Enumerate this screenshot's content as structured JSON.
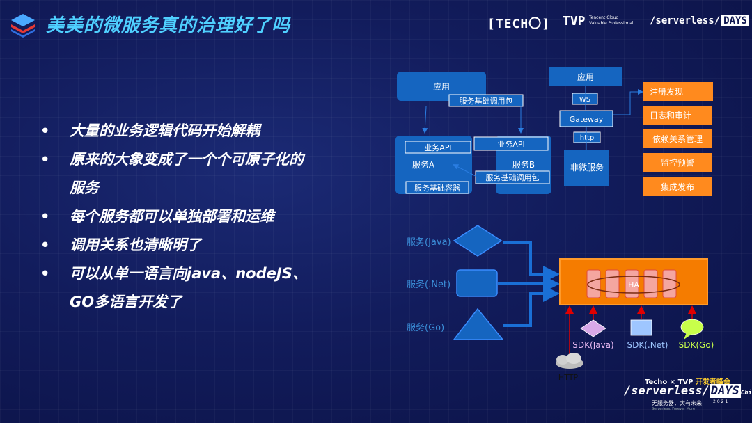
{
  "header": {
    "title": "美美的微服务真的治理好了吗",
    "brand_techo": "[TECH〇]",
    "brand_tvp": "TVP",
    "brand_tvp_sub1": "Tencent Cloud",
    "brand_tvp_sub2": "Valuable Professional",
    "brand_serverless": "/serverless/",
    "brand_days": "DAYS"
  },
  "bullets": [
    "大量的业务逻辑代码开始解耦",
    "原来的大象变成了一个个可原子化的",
    "服务",
    "每个服务都可以单独部署和运维",
    "调用关系也清晰明了",
    "可以从单一语言向java、nodeJS、",
    "GO多语言开发了"
  ],
  "diagram_top": {
    "app_left": "应用",
    "sdk_left": "服务基础调用包",
    "api_a": "业务API",
    "service_a": "服务A",
    "container_a": "服务基础容器",
    "api_b": "业务API",
    "service_b": "服务B",
    "sdk_b": "服务基础调用包",
    "app_right": "应用",
    "ws": "WS",
    "gateway": "Gateway",
    "http": "http",
    "non_micro": "非微服务",
    "features": [
      "注册发现",
      "日志和审计",
      "依赖关系管理",
      "监控预警",
      "集成发布"
    ]
  },
  "diagram_bottom": {
    "svc_java": "服务(Java)",
    "svc_net": "服务(.Net)",
    "svc_go": "服务(Go)",
    "ha": "HA",
    "sdk_java": "SDK(Java)",
    "sdk_net": "SDK(.Net)",
    "sdk_go": "SDK(Go)",
    "http_label": "HTTP"
  },
  "footer": {
    "techo": "Techo",
    "x": "×",
    "tvp": "TVP",
    "dev": "开发者峰会",
    "serverless": "/serverless/",
    "days": "DAYS",
    "china": "China",
    "year": "2021",
    "slogan": "无服务器，大有未来",
    "slogan_sub": "Serverless, Forever More"
  },
  "colors": {
    "background": "#121c5c",
    "title": "#4fd0ff",
    "box_blue": "#1565c0",
    "box_orange": "#f57c00",
    "feature_orange": "#ff8a1e",
    "diagram_text_blue": "#3b8fd9",
    "sdk_java": "#e6b8f0",
    "sdk_net": "#9ec6ff",
    "sdk_go": "#c8ff4a"
  }
}
